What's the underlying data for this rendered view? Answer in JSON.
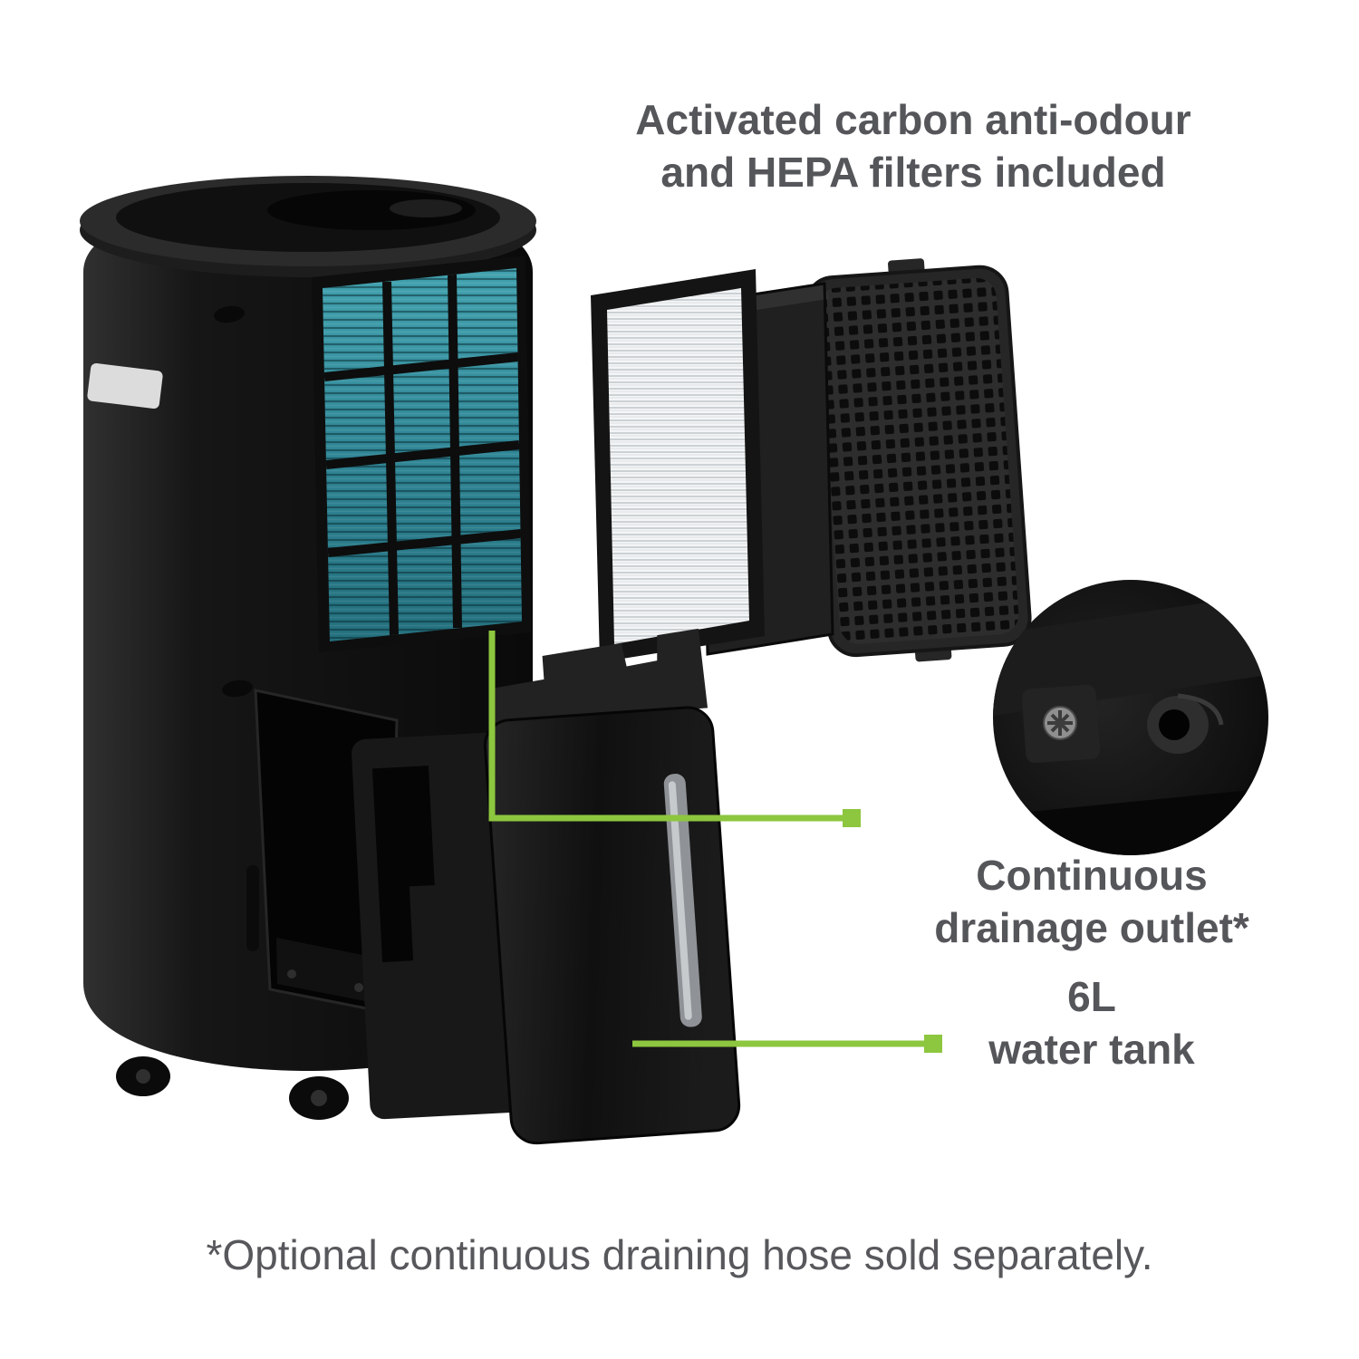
{
  "annotations": {
    "filters_heading": "Activated carbon anti-odour\nand HEPA filters included",
    "drainage_label": "Continuous\ndrainage outlet*",
    "tank_label": "6L\nwater tank",
    "footnote": "*Optional continuous draining hose sold separately."
  },
  "colors": {
    "accent_green": "#8DC63F",
    "text_gray": "#54565A",
    "product_black": "#111111",
    "coil_teal": "#2F8494",
    "background": "#FFFFFF"
  }
}
